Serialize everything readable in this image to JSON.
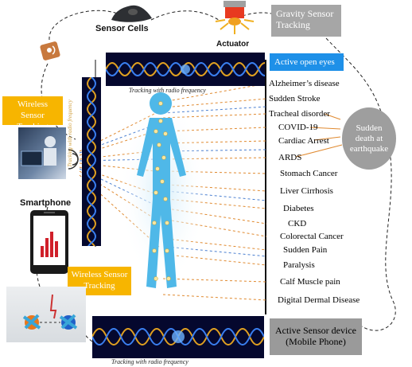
{
  "top": {
    "sensor_cells_label": "Sensor Cells",
    "actuator_label": "Actuator",
    "gravity_box": "Gravity Sensor Tracking"
  },
  "active_open_eyes": "Active open eyes",
  "wireless_top": "Wireless Sensor Tracking",
  "wireless_bottom": "Wireless Sensor Tracking",
  "smartphone_label": "Smartphone",
  "tracking_top": "Tracking with radio frequency",
  "tracking_bottom": "Tracking with radio frequency",
  "tracking_vertical": "Tracking with radio frequency",
  "diseases": [
    "Alzheimer’s disease",
    "Sudden Stroke",
    "Tracheal disorder",
    "COVID-19",
    "Cardiac Arrest",
    "ARDS",
    "Stomach Cancer",
    "Liver Cirrhosis",
    "Diabetes",
    "CKD",
    "Colorectal Cancer",
    "Sudden Pain",
    "Paralysis",
    "Calf Muscle pain",
    "Digital Dermal Disease"
  ],
  "sudden_death": "Sudden death at earthquake",
  "active_sensor_device": "Active Sensor device (Mobile Phone)",
  "colors": {
    "gray_box": "#a6a6a6",
    "blue_box": "#1e90e8",
    "orange_box": "#f7b500",
    "wave_bg": "#05082e",
    "wave_line": "#e0a020",
    "body": "#4fb8e8",
    "dashed_orange": "#e08a30",
    "dashed_blue": "#4a7fd0"
  }
}
